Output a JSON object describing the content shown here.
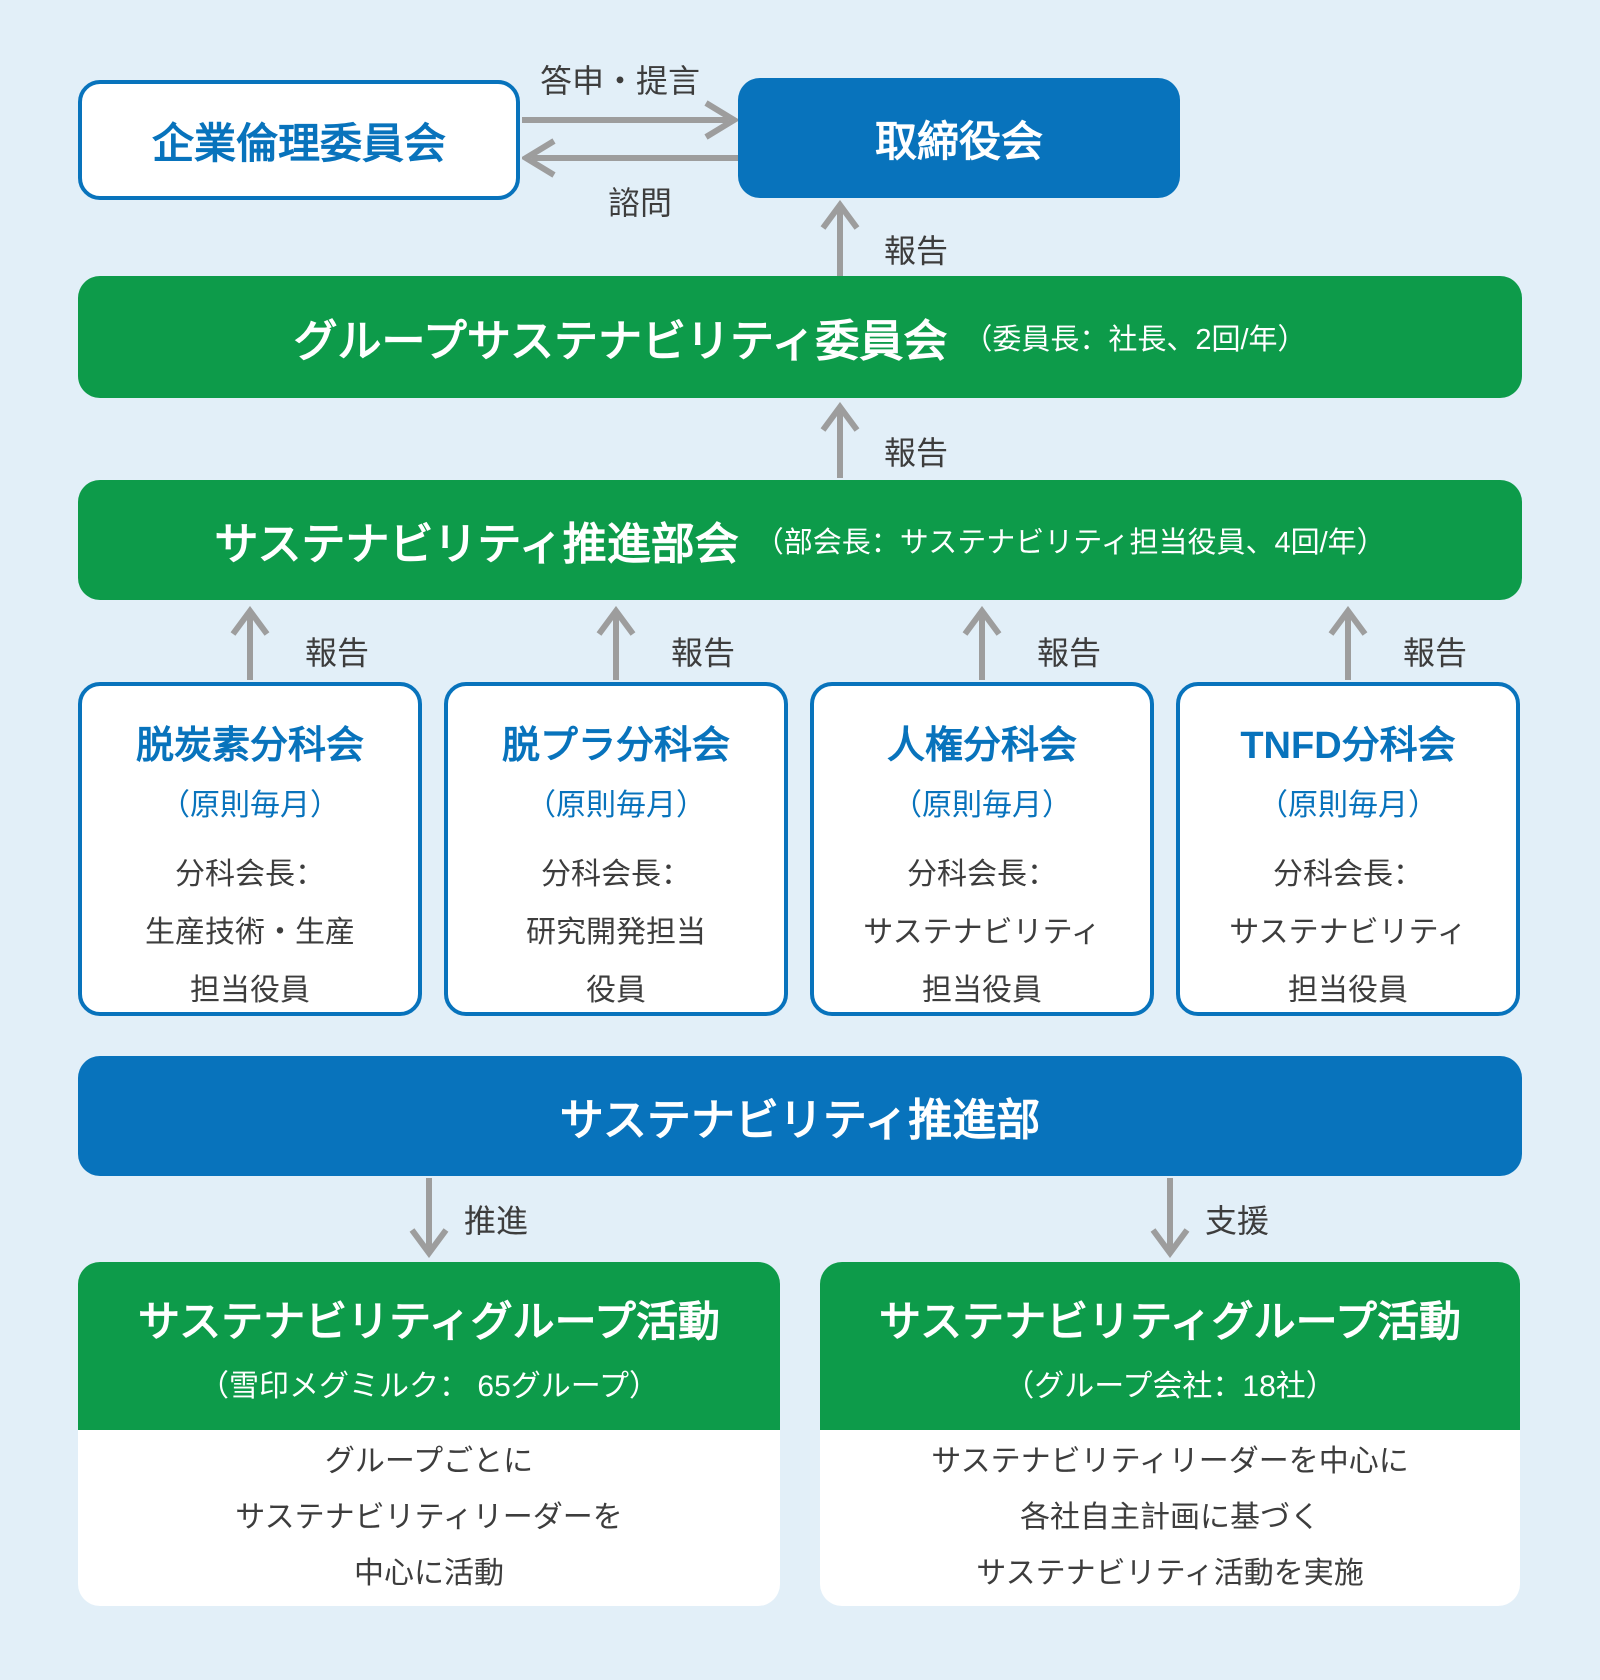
{
  "labels": {
    "report": "報告",
    "toushin": "答申・提言",
    "shimon": "諮問",
    "promote": "推進",
    "support": "支援"
  },
  "top": {
    "ethics_committee": "企業倫理委員会",
    "board": "取締役会"
  },
  "bars": {
    "group_sustainability_committee": {
      "title": "グループサステナビリティ委員会",
      "note": "（委員長：社長、2回/年）"
    },
    "sustainability_promotion_subcommittee": {
      "title": "サステナビリティ推進部会",
      "note": "（部会長：サステナビリティ担当役員、4回/年）"
    },
    "sustainability_promotion_dept": {
      "title": "サステナビリティ推進部"
    }
  },
  "subcommittees": [
    {
      "title": "脱炭素分科会",
      "frequency": "（原則毎月）",
      "chair_lines": [
        "分科会長：",
        "生産技術・生産",
        "担当役員"
      ]
    },
    {
      "title": "脱プラ分科会",
      "frequency": "（原則毎月）",
      "chair_lines": [
        "分科会長：",
        "研究開発担当",
        "役員"
      ]
    },
    {
      "title": "人権分科会",
      "frequency": "（原則毎月）",
      "chair_lines": [
        "分科会長：",
        "サステナビリティ",
        "担当役員"
      ]
    },
    {
      "title": "TNFD分科会",
      "frequency": "（原則毎月）",
      "chair_lines": [
        "分科会長：",
        "サステナビリティ",
        "担当役員"
      ]
    }
  ],
  "group_activities": [
    {
      "title": "サステナビリティグループ活動",
      "note": "（雪印メグミルク： 65グループ）",
      "body_lines": [
        "グループごとに",
        "サステナビリティリーダーを",
        "中心に活動"
      ]
    },
    {
      "title": "サステナビリティグループ活動",
      "note": "（グループ会社：18社）",
      "body_lines": [
        "サステナビリティリーダーを中心に",
        "各社自主計画に基づく",
        "サステナビリティ活動を実施"
      ]
    }
  ],
  "colors": {
    "blue": "#0873bc",
    "green": "#0d9b4a",
    "background": "#e2eff8",
    "arrow_gray": "#9d9d9d",
    "text_dark": "#3d3d3d"
  }
}
